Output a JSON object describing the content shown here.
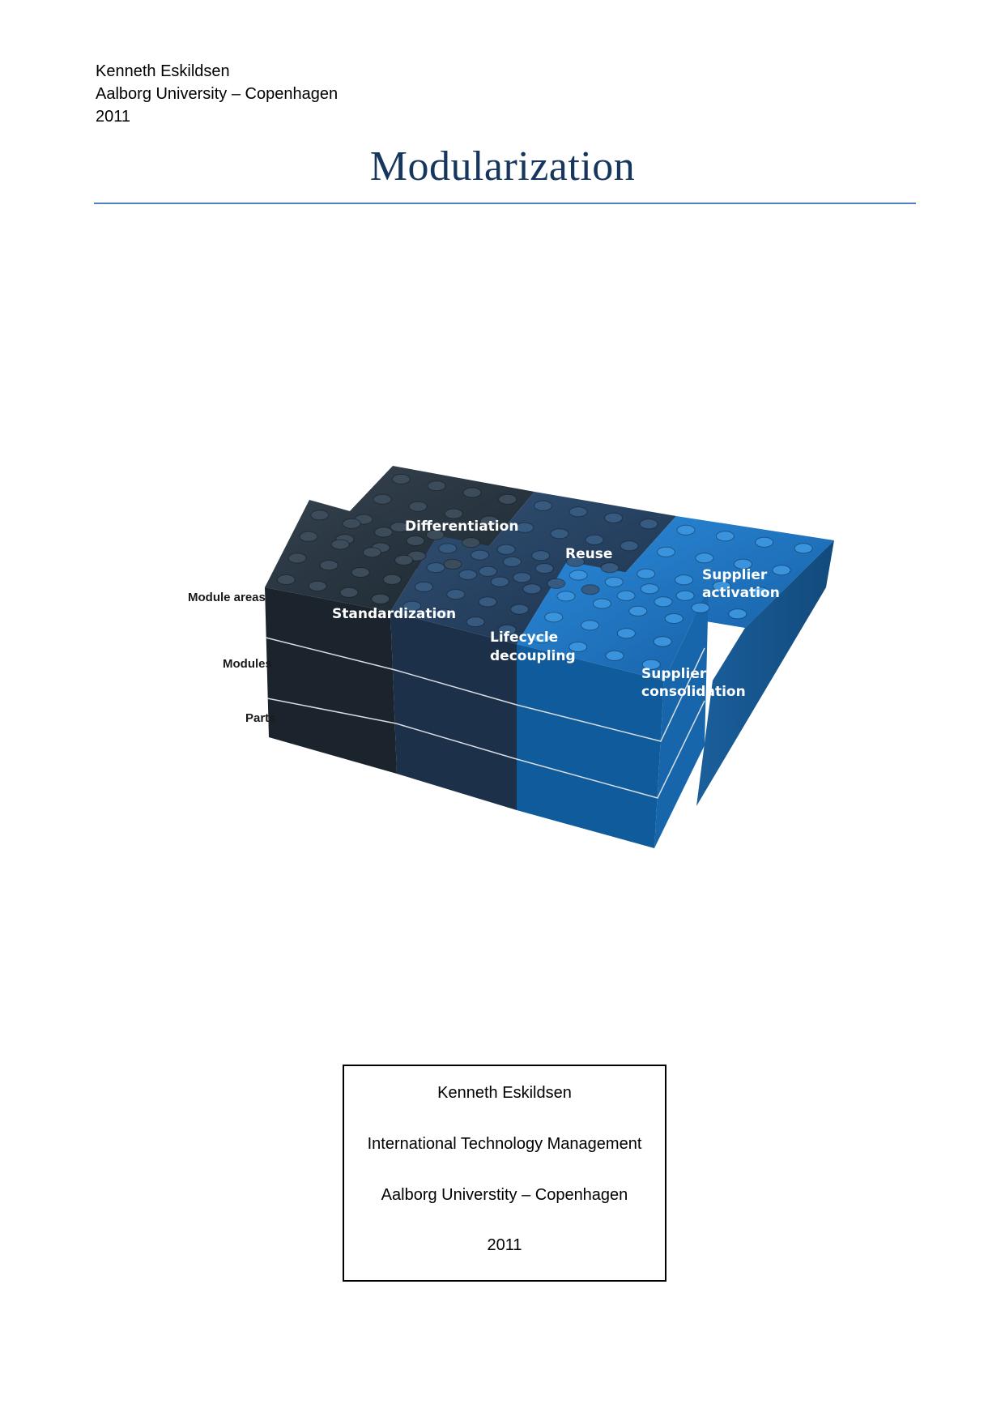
{
  "header": {
    "author": "Kenneth Eskildsen",
    "institution": "Aalborg University – Copenhagen",
    "year": "2011"
  },
  "title": "Modularization",
  "figure": {
    "side_labels": {
      "module_areas": "Module areas",
      "modules": "Modules",
      "parts": "Parts"
    },
    "blocks": {
      "differentiation": "Differentiation",
      "reuse": "Reuse",
      "supplier_activation_1": "Supplier",
      "supplier_activation_2": "activation",
      "standardization": "Standardization",
      "lifecycle_decoupling_1": "Lifecycle",
      "lifecycle_decoupling_2": "decoupling",
      "supplier_consolidation_1": "Supplier",
      "supplier_consolidation_2": "consolidation"
    },
    "colors": {
      "dark_block": "#222e38",
      "mid_block": "#24405f",
      "bright_block": "#1f6fb8"
    }
  },
  "info_box": {
    "author": "Kenneth Eskildsen",
    "program": "International Technology Management",
    "institution": "Aalborg Universtity – Copenhagen",
    "year": "2011"
  }
}
